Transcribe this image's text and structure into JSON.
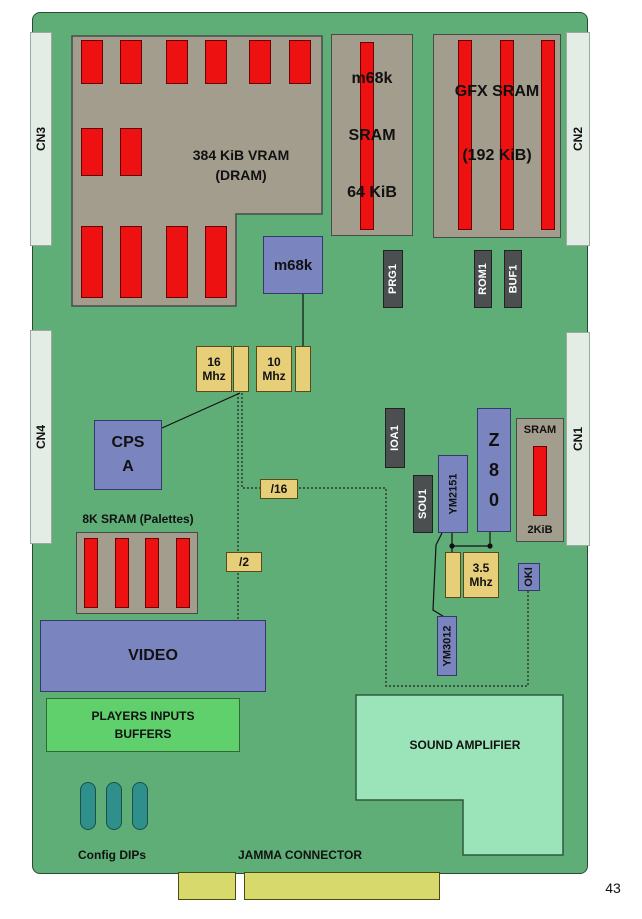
{
  "connectors": {
    "cn1": "CN1",
    "cn2": "CN2",
    "cn3": "CN3",
    "cn4": "CN4"
  },
  "vram": {
    "line1": "384 KiB VRAM",
    "line2": "(DRAM)"
  },
  "cpu_sram": {
    "line1": "m68k",
    "line2": "SRAM",
    "line3": "64 KiB"
  },
  "gfx_sram": {
    "line1": "GFX SRAM",
    "line2": "(192 KiB)"
  },
  "chips": {
    "m68k": "m68k",
    "prg1": "PRG1",
    "rom1": "ROM1",
    "buf1": "BUF1",
    "ioa1": "IOA1",
    "sou1": "SOU1",
    "cps_a_line1": "CPS",
    "cps_a_line2": "A",
    "z80_1": "Z",
    "z80_2": "8",
    "z80_3": "0",
    "ym2151": "YM2151",
    "ym3012": "YM3012",
    "oki": "OKI",
    "video": "VIDEO"
  },
  "clocks": {
    "c16_line1": "16",
    "c16_line2": "Mhz",
    "c10_line1": "10",
    "c10_line2": "Mhz",
    "c35_line1": "3.5",
    "c35_line2": "Mhz",
    "div16": "/16",
    "div2": "/2"
  },
  "sound_sram": {
    "top": "SRAM",
    "bottom": "2KiB"
  },
  "palette_sram": "8K SRAM (Palettes)",
  "inputs": {
    "line1": "PLAYERS INPUTS",
    "line2": "BUFFERS"
  },
  "amplifier": "SOUND AMPLIFIER",
  "config_dips": "Config DIPs",
  "jamma": "JAMMA CONNECTOR",
  "page_number": "43"
}
